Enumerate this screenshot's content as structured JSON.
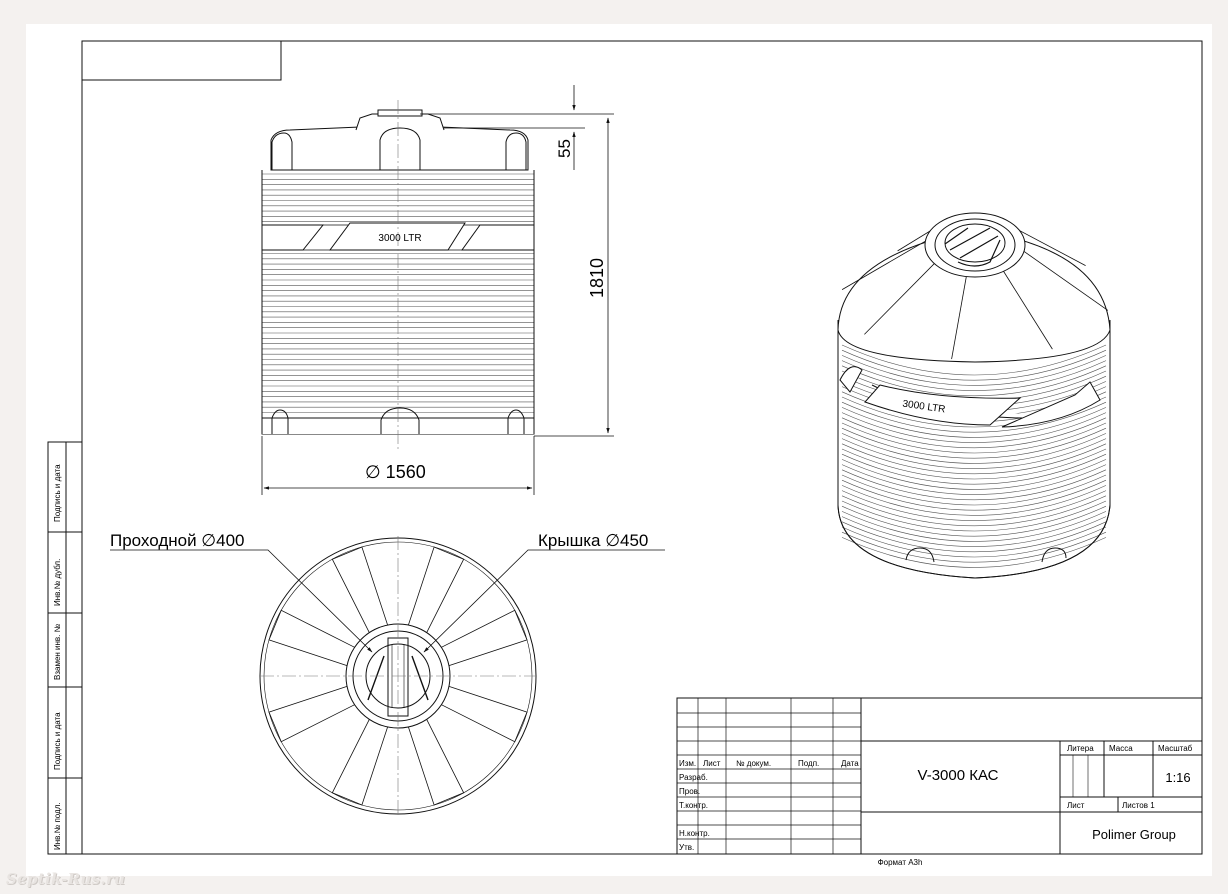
{
  "drawing": {
    "dimensions": {
      "top_offset": "55",
      "height": "1810",
      "diameter": "∅ 1560",
      "manhole": "Проходной ∅400",
      "lid": "Крышка ∅450"
    },
    "tank_label_front": "3000 LTR",
    "tank_label_iso": "3000 LTR"
  },
  "side_stamp": {
    "fields": [
      "Подпись и дата",
      "Инв.№ дубл.",
      "Взамен инв. №",
      "Подпись и дата",
      "Инв.№ подл."
    ]
  },
  "title_block": {
    "headers": [
      "Изм.",
      "Лист",
      "№ докум.",
      "Подп.",
      "Дата"
    ],
    "row_labels": [
      "Разраб.",
      "Пров.",
      "Т.контр.",
      "Н.контр.",
      "Утв."
    ],
    "designation": "V-3000 КАС",
    "litera_label": "Литера",
    "mass_label": "Масса",
    "scale_label": "Масштаб",
    "scale_value": "1:16",
    "sheet_label": "Лист",
    "sheets_label": "Листов 1",
    "company": "Polimer Group",
    "format": "Формат A3h"
  },
  "watermark": "Septik-Rus.ru",
  "colors": {
    "line": "#111111",
    "background": "#f4f1ef",
    "sheet": "#ffffff"
  }
}
